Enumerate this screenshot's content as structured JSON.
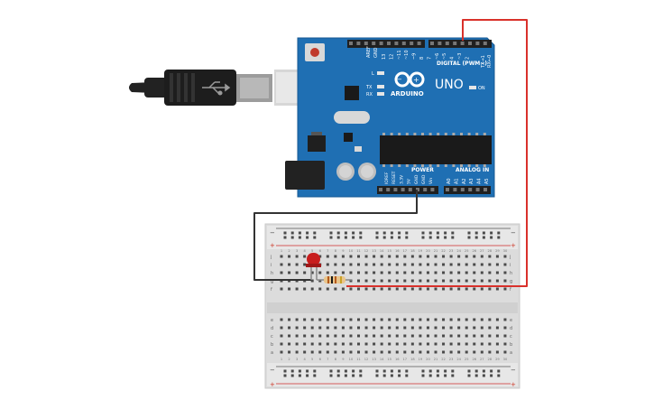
{
  "canvas": {
    "background": "#ffffff"
  },
  "arduino": {
    "brand": "ARDUINO",
    "model": "UNO",
    "digital_label": "DIGITAL (PWM~)",
    "power_label": "POWER",
    "analog_label": "ANALOG IN",
    "aref_label": "AREF",
    "gnd_label": "GND",
    "tx_label": "TX",
    "rx_label": "RX",
    "l_label": "L",
    "on_label": "ON",
    "tx_pin_label": "TX→1",
    "rx_pin_label": "RX←0",
    "digital_pins": [
      "13",
      "12",
      "~11",
      "~10",
      "~9",
      "8",
      "7",
      "~6",
      "~5",
      "4",
      "~3",
      "2"
    ],
    "power_pins": [
      "IOREF",
      "RESET",
      "3.3V",
      "5V",
      "GND",
      "GND",
      "Vin"
    ],
    "analog_pins": [
      "A0",
      "A1",
      "A2",
      "A3",
      "A4",
      "A5"
    ],
    "board_color": "#1f6fb3",
    "usb_cable_color": "#222222"
  },
  "breadboard": {
    "row_letters_top": [
      "j",
      "i",
      "h",
      "g",
      "f"
    ],
    "row_letters_bottom": [
      "e",
      "d",
      "c",
      "b",
      "a"
    ],
    "column_count": 30,
    "rail_plus": "+",
    "rail_minus": "−"
  },
  "components": {
    "led_color": "#c81e1e",
    "resistor_body": "#e9c58b",
    "wire_red": "#d9312b",
    "wire_black": "#333333"
  }
}
